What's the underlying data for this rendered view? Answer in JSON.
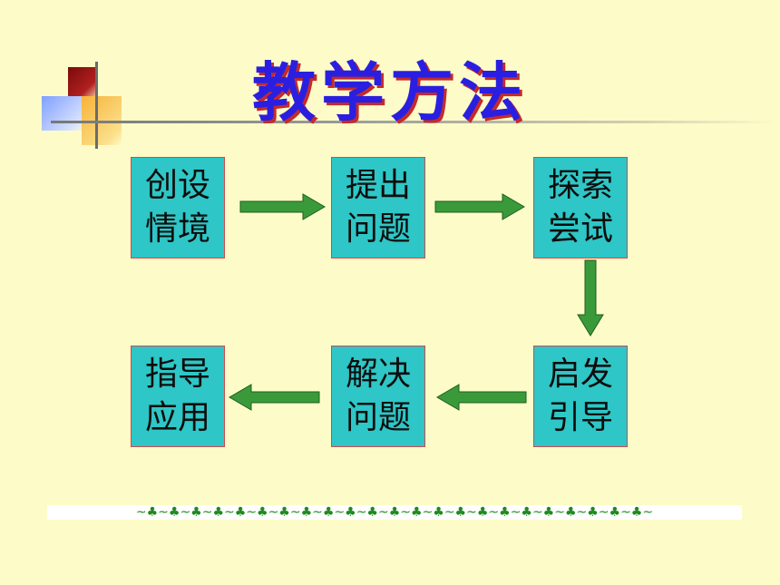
{
  "slide": {
    "title": "教学方法"
  },
  "steps": [
    "创设\n情境",
    "提出\n问题",
    "探索\n尝试",
    "启发\n引导",
    "解决\n问题",
    "指导\n应用"
  ],
  "colors": {
    "background": "#FDFCC8",
    "title": "#2A1FE0",
    "title_shadow": "#C42B2B",
    "box_fill": "#2EC6C6",
    "box_border": "#D04A4A",
    "arrow": "#3A9A3A"
  },
  "footer_border": {
    "pattern": "~♣~♣~♣~♣~♣~♣~♣~♣~♣~♣~♣~♣~♣~♣~♣~♣~♣~♣~♣~♣~♣~♣~♣~"
  }
}
